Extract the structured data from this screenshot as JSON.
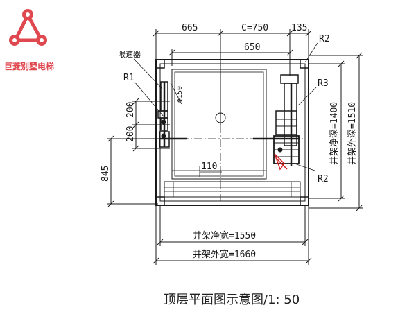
{
  "brand": {
    "name": "巨菱别墅电梯",
    "color": "#e0484f"
  },
  "colors": {
    "line": "#1a1a1a",
    "accent_red": "#d01818"
  },
  "labels": {
    "top_left_dim": "665",
    "car_width": "C=750",
    "top_right_dim": "135",
    "door_width": "650",
    "speed_limiter": "限速器",
    "r1": "R1",
    "r2_top": "R2",
    "r3": "R3",
    "r2_bottom": "R2",
    "diameter": "Φ150",
    "left_200_a": "200",
    "left_200_b": "200",
    "left_845": "845",
    "inner_110": "110",
    "clear_depth": "井架净深=1400",
    "outer_depth": "井架外深=1510",
    "clear_width": "井架净宽=1550",
    "outer_width": "井架外宽=1660",
    "caption": "顶层平面图示意图/1: 50"
  }
}
